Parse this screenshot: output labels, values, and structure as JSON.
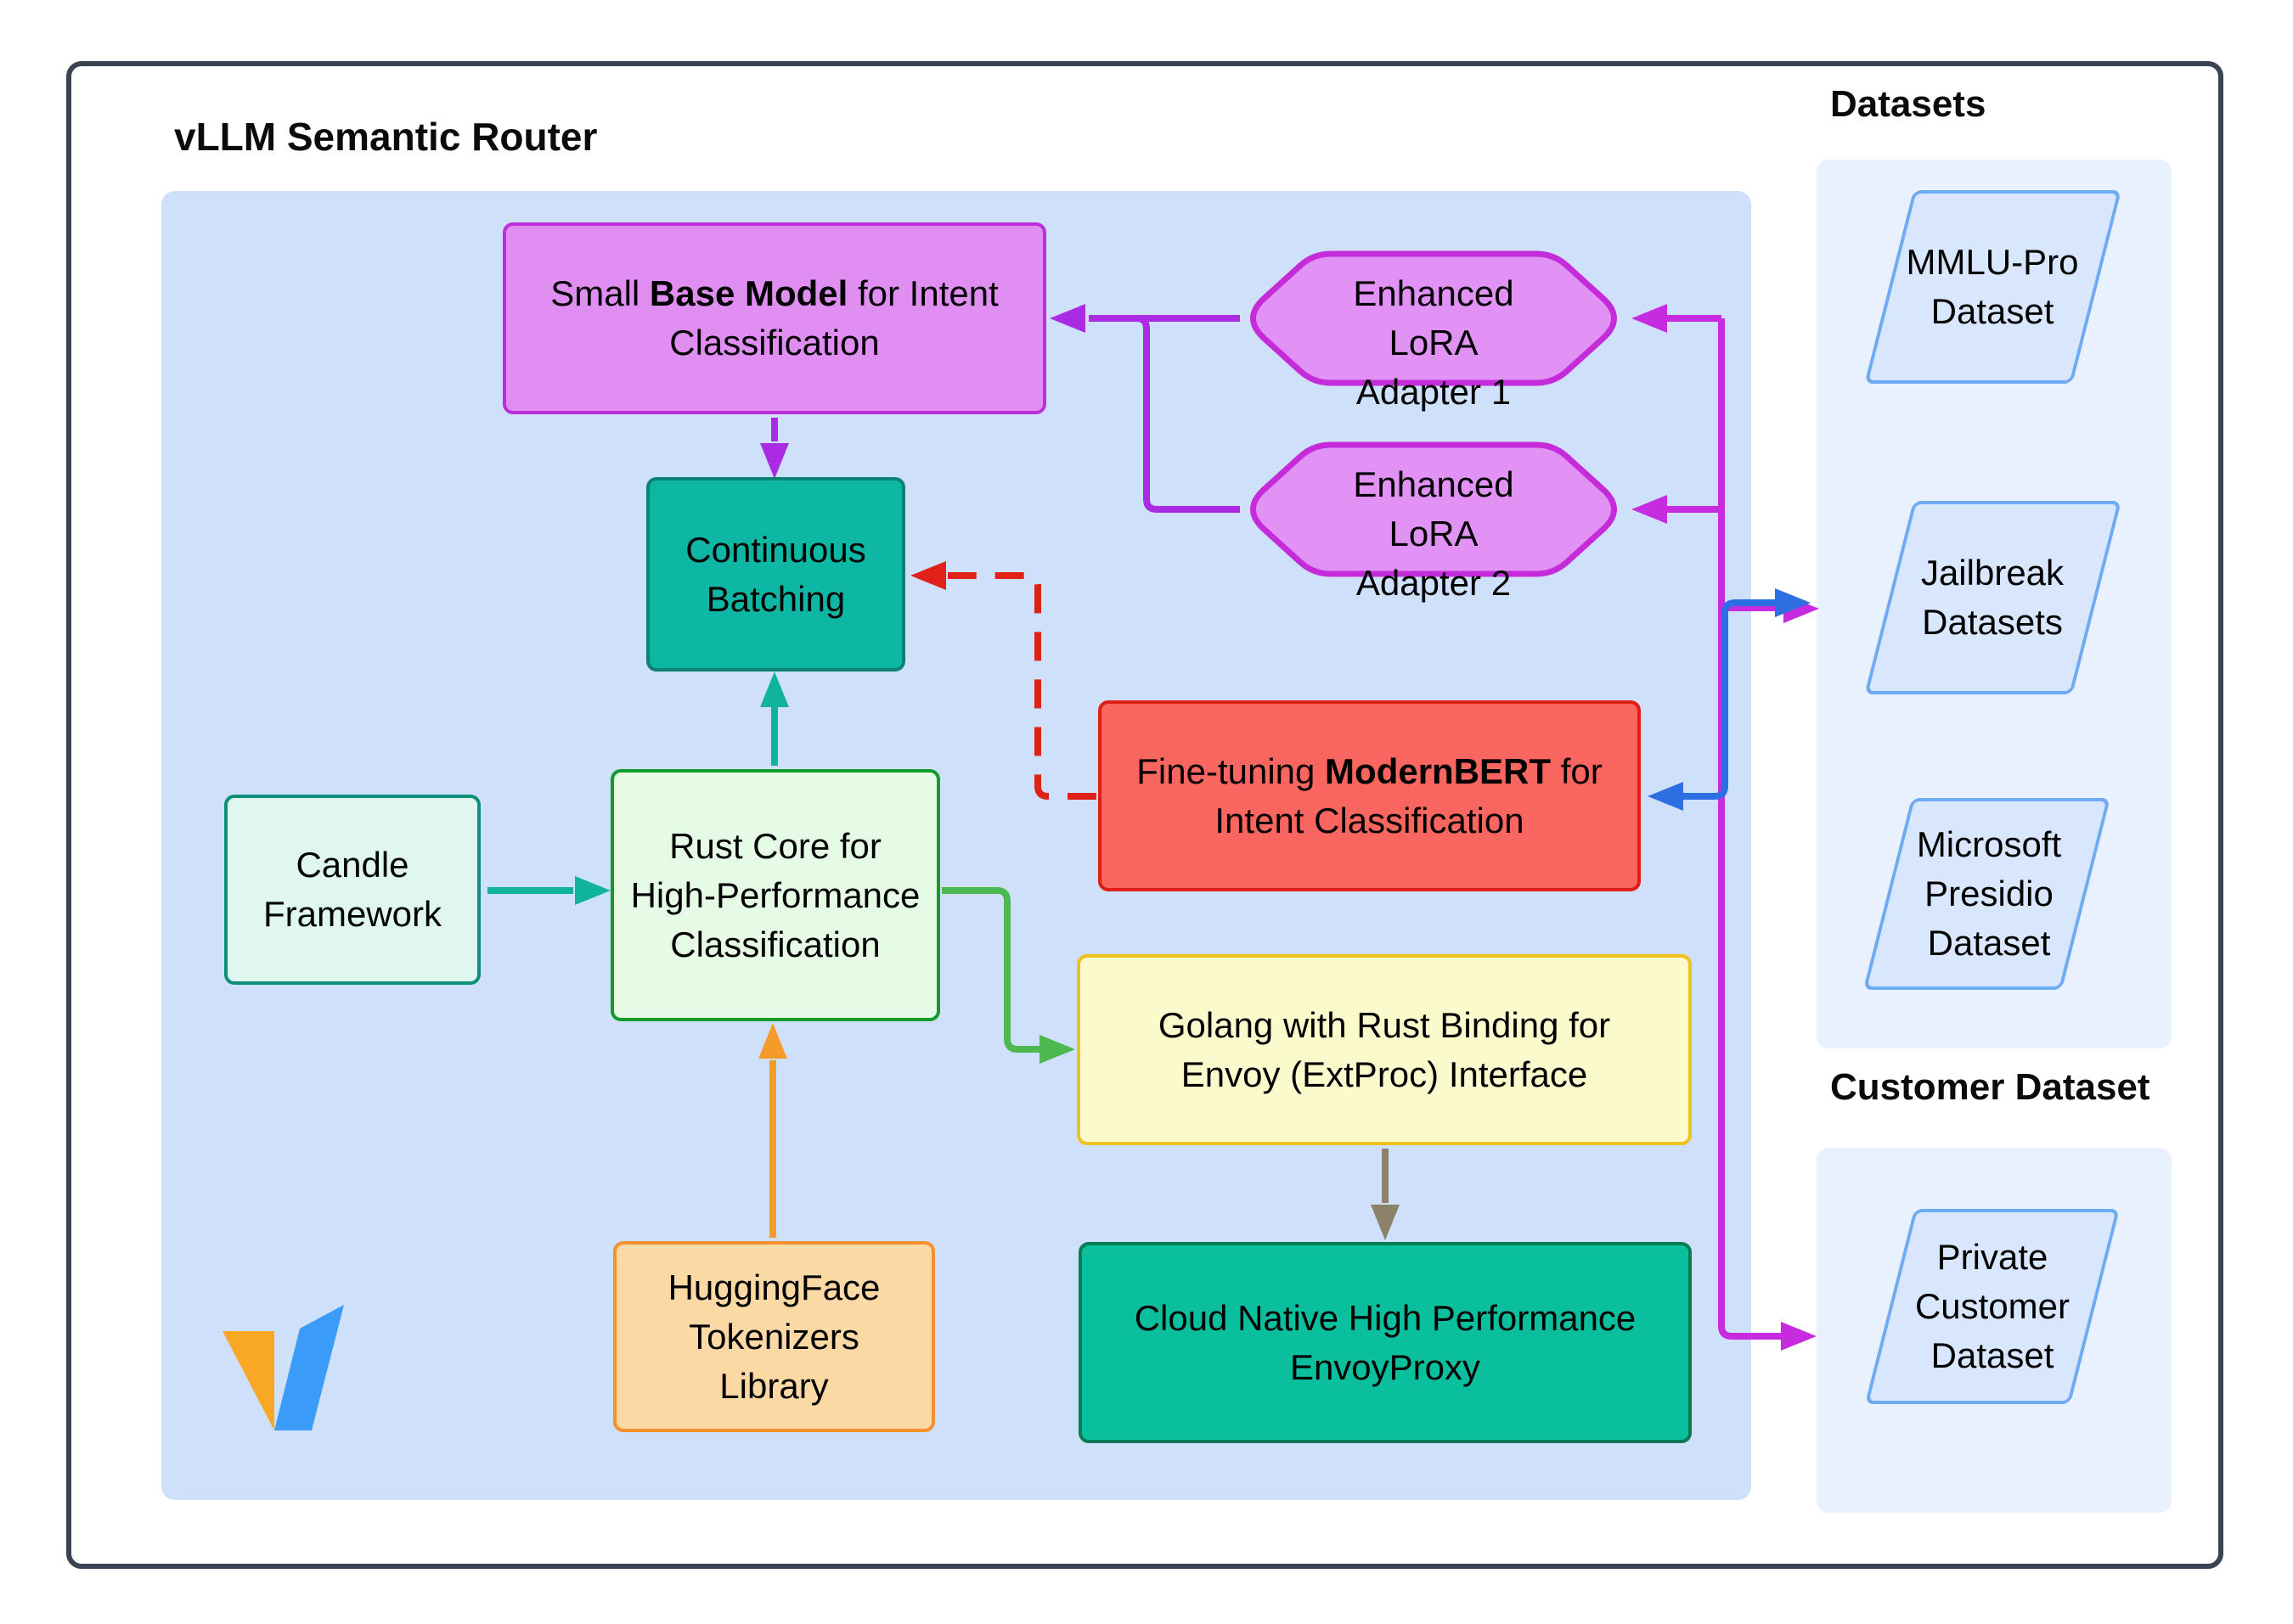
{
  "title": "vLLM Semantic Router",
  "subgraphs": {
    "router": {
      "label": "vLLM Semantic Router"
    },
    "datasets": {
      "label": "Datasets"
    },
    "customer": {
      "label": "Customer Dataset"
    }
  },
  "nodes": {
    "small_base_model": {
      "pre": "Small ",
      "bold": "Base Model",
      "post": " for Intent",
      "line2": "Classification"
    },
    "lora1": {
      "lines": [
        "Enhanced LoRA",
        "Adapter 1"
      ]
    },
    "lora2": {
      "lines": [
        "Enhanced LoRA",
        "Adapter 2"
      ]
    },
    "continuous_batching": {
      "lines": [
        "Continuous",
        "Batching"
      ]
    },
    "modernbert": {
      "pre": "Fine-tuning ",
      "bold": "ModernBERT",
      "post": " for",
      "line2": "Intent Classification"
    },
    "candle": {
      "lines": [
        "Candle",
        "Framework"
      ]
    },
    "rust_core": {
      "lines": [
        "Rust Core for",
        "High-Performance",
        "Classification"
      ]
    },
    "golang": {
      "lines": [
        "Golang with Rust Binding for",
        "Envoy (ExtProc) Interface"
      ]
    },
    "huggingface": {
      "lines": [
        "HuggingFace",
        "Tokenizers",
        "Library"
      ]
    },
    "envoyproxy": {
      "lines": [
        "Cloud Native High Performance",
        "EnvoyProxy"
      ]
    },
    "mmlu": {
      "lines": [
        "MMLU-Pro",
        "Dataset"
      ]
    },
    "jailbreak": {
      "lines": [
        "Jailbreak",
        "Datasets"
      ]
    },
    "presidio": {
      "lines": [
        "Microsoft",
        "Presidio",
        "Dataset"
      ]
    },
    "private_customer": {
      "lines": [
        "Private",
        "Customer",
        "Dataset"
      ]
    }
  },
  "edges": [
    {
      "from": "Enhanced LoRA Adapter 1",
      "to": "Small Base Model for Intent Classification",
      "color": "#ab2be5",
      "style": "solid"
    },
    {
      "from": "Enhanced LoRA Adapter 2",
      "to": "Small Base Model for Intent Classification",
      "color": "#ab2be5",
      "style": "solid"
    },
    {
      "from": "Small Base Model for Intent Classification",
      "to": "Continuous Batching",
      "color": "#ab2be5",
      "style": "solid"
    },
    {
      "from": "Rust Core for High-Performance Classification",
      "to": "Continuous Batching",
      "color": "#10b39c",
      "style": "solid"
    },
    {
      "from": "Candle Framework",
      "to": "Rust Core for High-Performance Classification",
      "color": "#10b39c",
      "style": "solid"
    },
    {
      "from": "HuggingFace Tokenizers Library",
      "to": "Rust Core for High-Performance Classification",
      "color": "#f59b2a",
      "style": "solid"
    },
    {
      "from": "Rust Core for High-Performance Classification",
      "to": "Golang with Rust Binding for Envoy (ExtProc) Interface",
      "color": "#4cb84f",
      "style": "solid"
    },
    {
      "from": "Golang with Rust Binding for Envoy (ExtProc) Interface",
      "to": "Cloud Native High Performance EnvoyProxy",
      "color": "#8b8269",
      "style": "solid"
    },
    {
      "from": "Fine-tuning ModernBERT for Intent Classification",
      "to": "Continuous Batching",
      "color": "#e02019",
      "style": "dashed"
    },
    {
      "from": "Datasets",
      "to": "Fine-tuning ModernBERT for Intent Classification",
      "color": "#2d6fe3",
      "style": "solid",
      "bidirectional": true
    },
    {
      "from": "Datasets",
      "to": "Enhanced LoRA Adapter 1",
      "color": "#c62be0",
      "style": "solid"
    },
    {
      "from": "Datasets",
      "to": "Enhanced LoRA Adapter 2",
      "color": "#c62be0",
      "style": "solid"
    },
    {
      "from": "Datasets",
      "to": "Customer Dataset",
      "color": "#c62be0",
      "style": "solid"
    }
  ],
  "colors": {
    "frame_border": "#3a4352",
    "router_container": "#cfe0fb",
    "dataset_container": "#e9f1fe",
    "parallelogram_fill": "#d8e7fd",
    "parallelogram_border": "#6fabf2",
    "violet_edge": "#ab2be5",
    "magenta_trunk": "#c62be0",
    "blue_edge": "#2d6fe3",
    "red_edge": "#e02019",
    "teal_edge": "#10b39c",
    "green_edge": "#4cb84f",
    "orange_edge": "#f59b2a",
    "gray_edge": "#8b8269",
    "logo_yellow": "#f9a825",
    "logo_blue": "#3b9bf8"
  },
  "logo": {
    "name": "vllm-logo"
  }
}
